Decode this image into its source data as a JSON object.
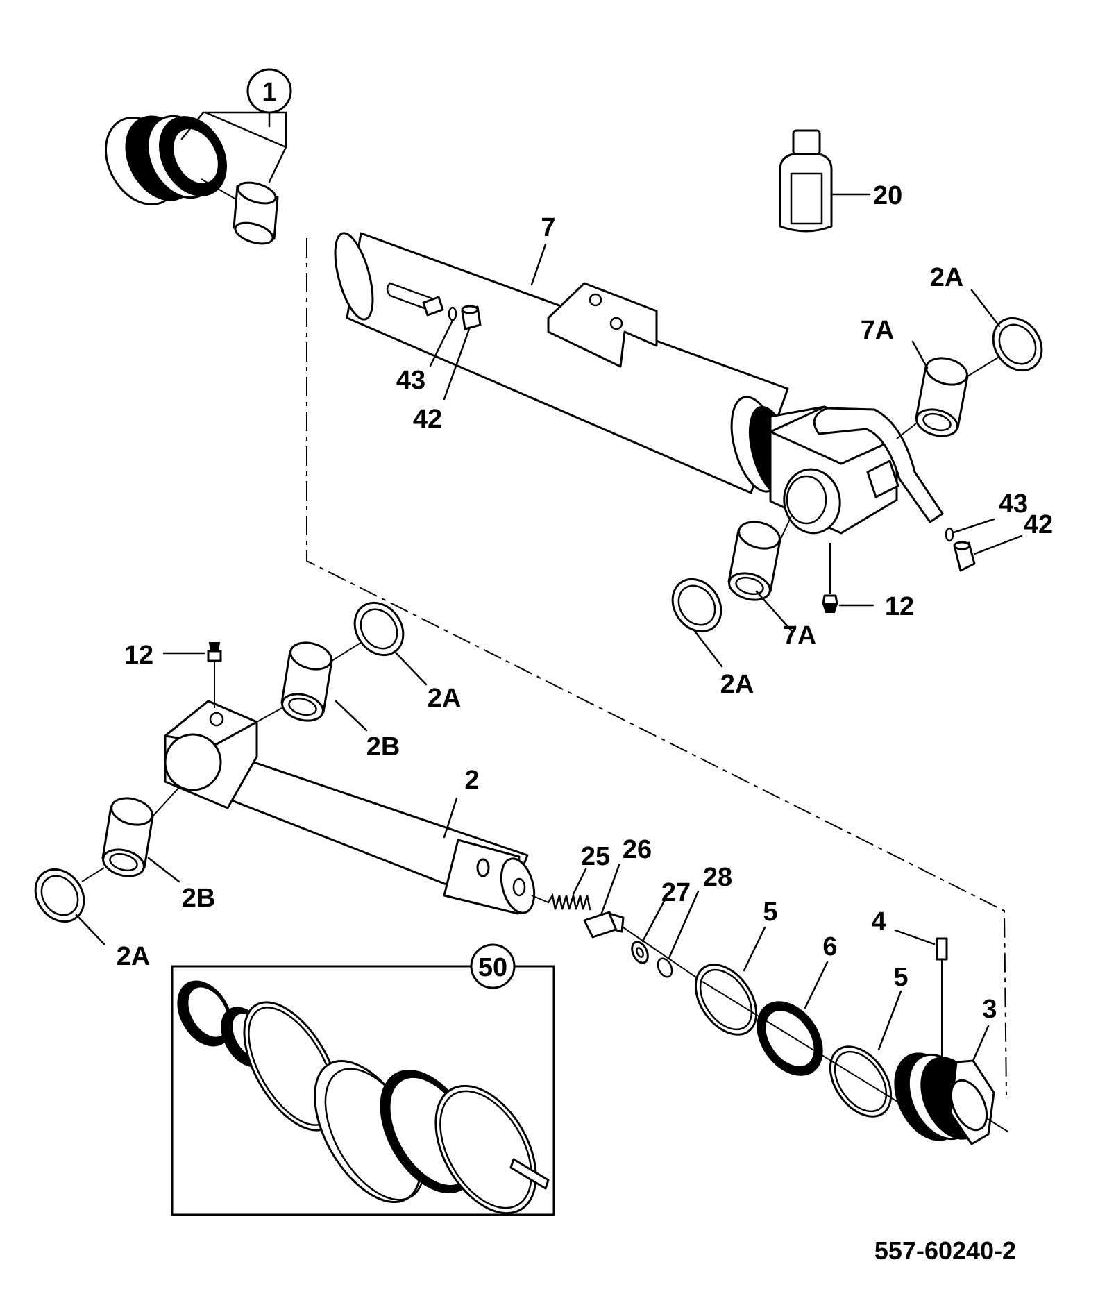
{
  "drawing_number": "557-60240-2",
  "callouts": {
    "c1": "1",
    "c20": "20",
    "c7": "7",
    "c2a_top": "2A",
    "c7a_top": "7A",
    "c43_left": "43",
    "c42_left": "42",
    "c43_right": "43",
    "c42_right": "42",
    "c12_right": "12",
    "c7a_bottom": "7A",
    "c2a_mid": "2A",
    "c12_left": "12",
    "c2a_rod": "2A",
    "c2b_upper": "2B",
    "c2": "2",
    "c2b_lower": "2B",
    "c2a_bottom": "2A",
    "c25": "25",
    "c26": "26",
    "c27": "27",
    "c28": "28",
    "c5_first": "5",
    "c4": "4",
    "c6": "6",
    "c5_second": "5",
    "c3": "3",
    "c50": "50"
  }
}
